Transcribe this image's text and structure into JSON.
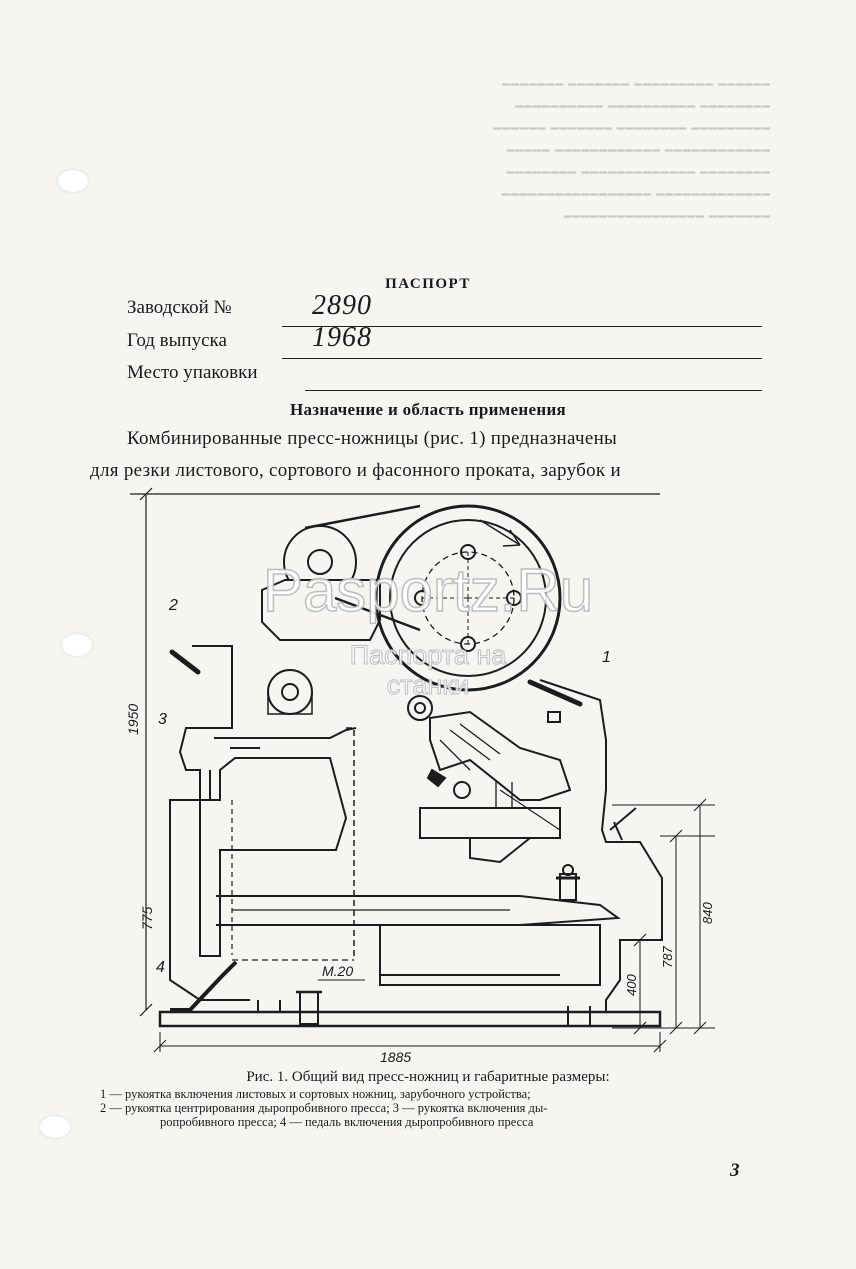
{
  "passport": {
    "title": "ПАСПОРТ",
    "factory_number_label": "Заводской №",
    "factory_number_value": "2890",
    "release_year_label": "Год выпуска",
    "release_year_value": "1968",
    "packing_place_label": "Место упаковки"
  },
  "section": {
    "heading": "Назначение и область применения",
    "paragraph_lines": [
      "Комбинированные пресс-ножницы (рис. 1) предназначены",
      "для резки листового, сортового и фасонного проката, зарубок и"
    ]
  },
  "figure": {
    "callouts": [
      "1",
      "2",
      "3",
      "4"
    ],
    "dimensions": {
      "height_total": "1950",
      "height_left": "775",
      "thread": "M.20",
      "width_total": "1885",
      "height_400": "400",
      "height_787": "787",
      "height_840": "840"
    },
    "caption": "Рис. 1. Общий вид пресс-ножниц и габаритные размеры:",
    "notes": [
      "1 — рукоятка включения листовых и сортовых ножниц, зарубочного устройства;",
      "2 — рукоятка центрирования дыропробивного пресса; 3 — рукоятка включения ды-",
      "ропробивного пресса; 4 — педаль включения дыропробивного пресса"
    ]
  },
  "watermark": {
    "site": "Pasportz.Ru",
    "line1": "Паспорта на",
    "line2": "станки"
  },
  "page_number": "3"
}
